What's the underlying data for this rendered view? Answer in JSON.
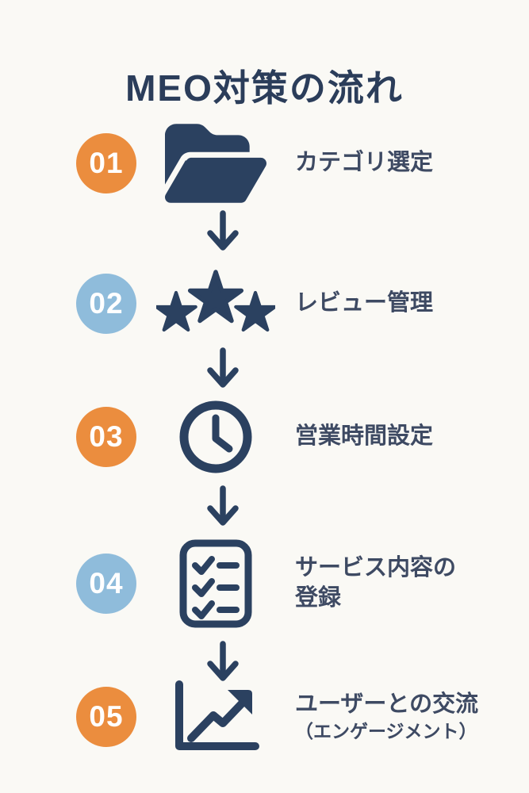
{
  "title": "MEO対策の流れ",
  "colors": {
    "background": "#FAF9F5",
    "icon_navy": "#2B4160",
    "title_navy": "#2B3D5A",
    "label_navy": "#3E4A63",
    "badge_orange": "#EB8D3E",
    "badge_blue": "#8FBCDB",
    "badge_text": "#FFFFFF"
  },
  "steps": [
    {
      "number": "01",
      "badge_color": "#EB8D3E",
      "icon": "folder-open-icon",
      "label_lines": [
        "カテゴリ選定"
      ]
    },
    {
      "number": "02",
      "badge_color": "#8FBCDB",
      "icon": "three-stars-icon",
      "label_lines": [
        "レビュー管理"
      ]
    },
    {
      "number": "03",
      "badge_color": "#EB8D3E",
      "icon": "clock-icon",
      "label_lines": [
        "営業時間設定"
      ]
    },
    {
      "number": "04",
      "badge_color": "#8FBCDB",
      "icon": "checklist-icon",
      "label_lines": [
        "サービス内容の",
        "登録"
      ]
    },
    {
      "number": "05",
      "badge_color": "#EB8D3E",
      "icon": "trend-chart-icon",
      "label_lines": [
        "ユーザーとの交流",
        "（エンゲージメント）"
      ]
    }
  ]
}
